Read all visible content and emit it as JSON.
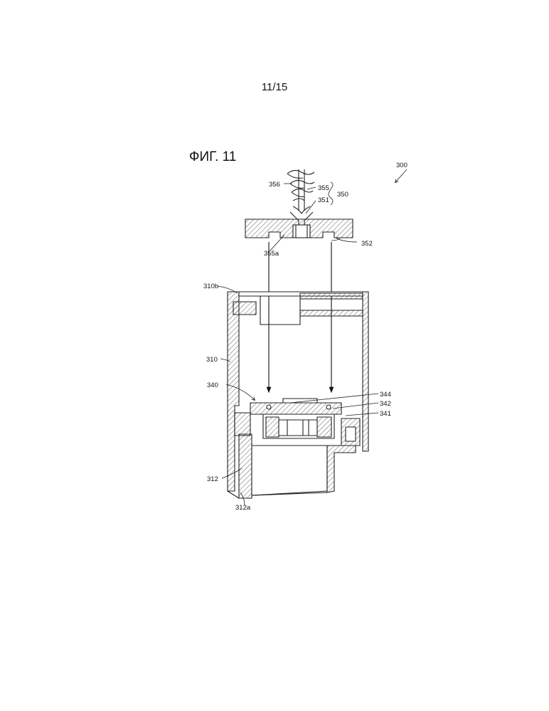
{
  "page": {
    "page_number": "11/15",
    "figure_title": "ФИГ. 11"
  },
  "labels": {
    "l300": "300",
    "l356": "356",
    "l355": "355",
    "l350": "350",
    "l351": "351",
    "l352": "352",
    "l355a": "355a",
    "l310b": "310b",
    "l310": "310",
    "l340": "340",
    "l344": "344",
    "l342": "342",
    "l341": "341",
    "l312": "312",
    "l312a": "312a"
  }
}
